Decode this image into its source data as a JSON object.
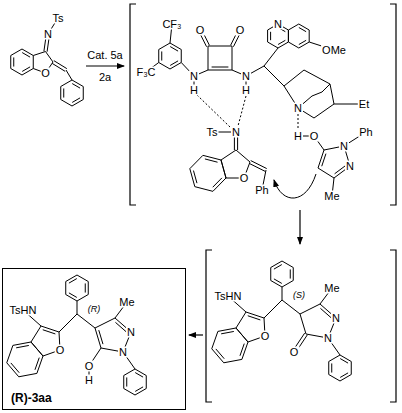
{
  "diagram": {
    "nodes": [
      {
        "text": [
          "(R)-3aa"
        ]
      }
    ],
    "labels": [
      "Ts",
      "N",
      "O",
      "Cat. 5a",
      "2a",
      "CF₃",
      "F₃C",
      "N",
      "H",
      "O",
      "O",
      "N",
      "H",
      "N",
      "OMe",
      "N",
      "Et",
      "Ts",
      "N",
      "H",
      "O",
      "O",
      "N",
      "Ph",
      "N",
      "Me",
      "Ph",
      "TsHN",
      "(S)",
      "Me",
      "O",
      "O",
      "N",
      "N",
      "TsHN",
      "(R)",
      "Me",
      "O",
      "O",
      "H",
      "N",
      "N"
    ]
  }
}
